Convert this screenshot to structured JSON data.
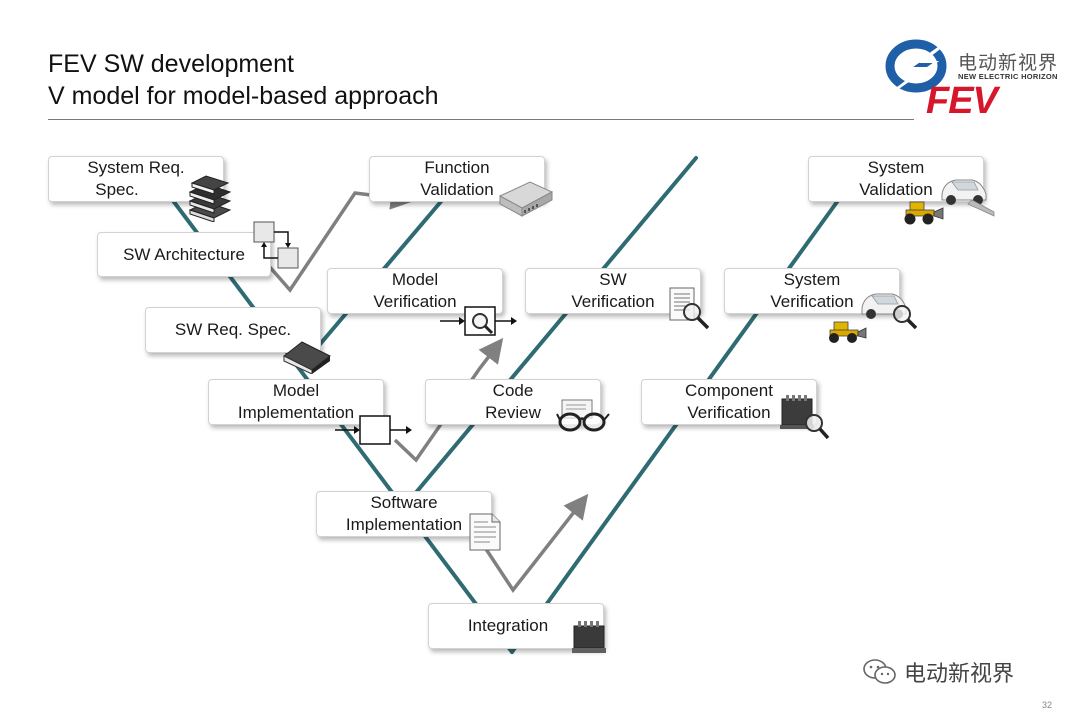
{
  "header": {
    "title_line1": "FEV SW development",
    "title_line2": "V model for model-based approach"
  },
  "logo": {
    "cn_text": "电动新视界",
    "en_text": "NEW ELECTRIC HORIZON",
    "fev_text": "FEV"
  },
  "colors": {
    "v_line": "#2f6b72",
    "arrow": "#808080",
    "logo_red": "#d6162b",
    "logo_blue": "#1f5fa8"
  },
  "boxes": {
    "system_req_spec": {
      "line1": "System Req.",
      "line2": "Spec."
    },
    "sw_architecture": {
      "line1": "SW Architecture"
    },
    "sw_req_spec": {
      "line1": "SW Req. Spec."
    },
    "model_implementation": {
      "line1": "Model",
      "line2": "Implementation"
    },
    "software_implementation": {
      "line1": "Software",
      "line2": "Implementation"
    },
    "integration": {
      "line1": "Integration"
    },
    "function_validation": {
      "line1": "Function",
      "line2": "Validation"
    },
    "model_verification": {
      "line1": "Model",
      "line2": "Verification"
    },
    "code_review": {
      "line1": "Code",
      "line2": "Review"
    },
    "sw_verification": {
      "line1": "SW",
      "line2": "Verification"
    },
    "component_verification": {
      "line1": "Component",
      "line2": "Verification"
    },
    "system_verification": {
      "line1": "System",
      "line2": "Verification"
    },
    "system_validation": {
      "line1": "System",
      "line2": "Validation"
    }
  },
  "icons": {
    "books": "books-icon",
    "architecture": "architecture-blocks-icon",
    "book": "book-icon",
    "block": "model-block-icon",
    "document": "document-icon",
    "ecu": "ecu-hardware-icon",
    "magnifier": "magnifier-icon",
    "glasses": "glasses-icon",
    "car": "car-icon",
    "loader": "wheel-loader-icon",
    "wechat": "wechat-icon"
  },
  "footer": {
    "watermark": "电动新视界",
    "page_number": "32"
  }
}
